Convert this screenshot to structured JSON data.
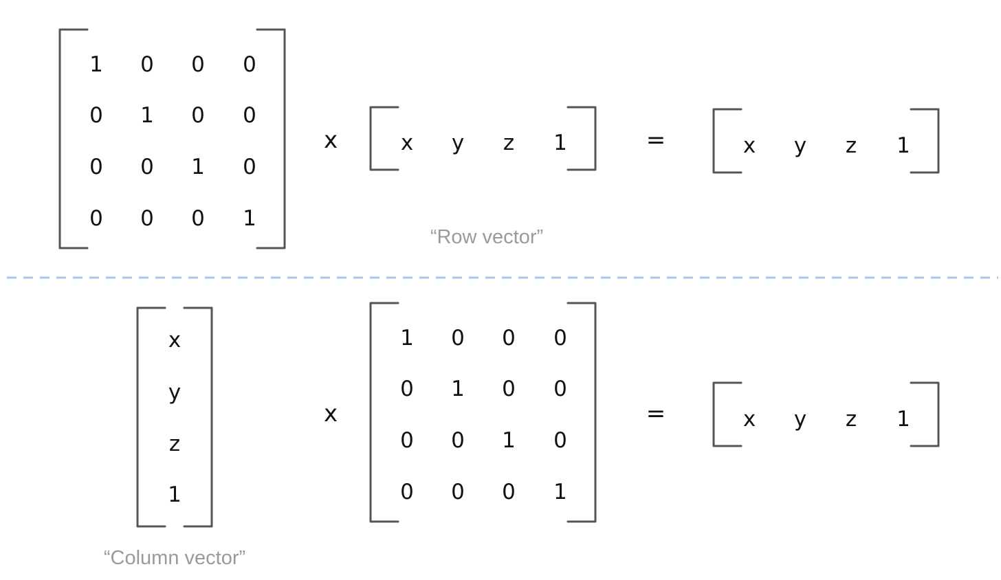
{
  "top": {
    "matrix": [
      [
        "1",
        "0",
        "0",
        "0"
      ],
      [
        "0",
        "1",
        "0",
        "0"
      ],
      [
        "0",
        "0",
        "1",
        "0"
      ],
      [
        "0",
        "0",
        "0",
        "1"
      ]
    ],
    "times": "x",
    "row_vector": [
      "x",
      "y",
      "z",
      "1"
    ],
    "row_vector_caption": "“Row vector”",
    "equals": "=",
    "result": [
      "x",
      "y",
      "z",
      "1"
    ]
  },
  "colors": {
    "divider": "#a9c7ea",
    "bracket": "#555555",
    "caption": "#9a9a9a"
  },
  "bottom": {
    "column_vector": [
      "x",
      "y",
      "z",
      "1"
    ],
    "column_vector_caption": "“Column vector”",
    "times": "x",
    "matrix": [
      [
        "1",
        "0",
        "0",
        "0"
      ],
      [
        "0",
        "1",
        "0",
        "0"
      ],
      [
        "0",
        "0",
        "1",
        "0"
      ],
      [
        "0",
        "0",
        "0",
        "1"
      ]
    ],
    "equals": "=",
    "result": [
      "x",
      "y",
      "z",
      "1"
    ]
  }
}
